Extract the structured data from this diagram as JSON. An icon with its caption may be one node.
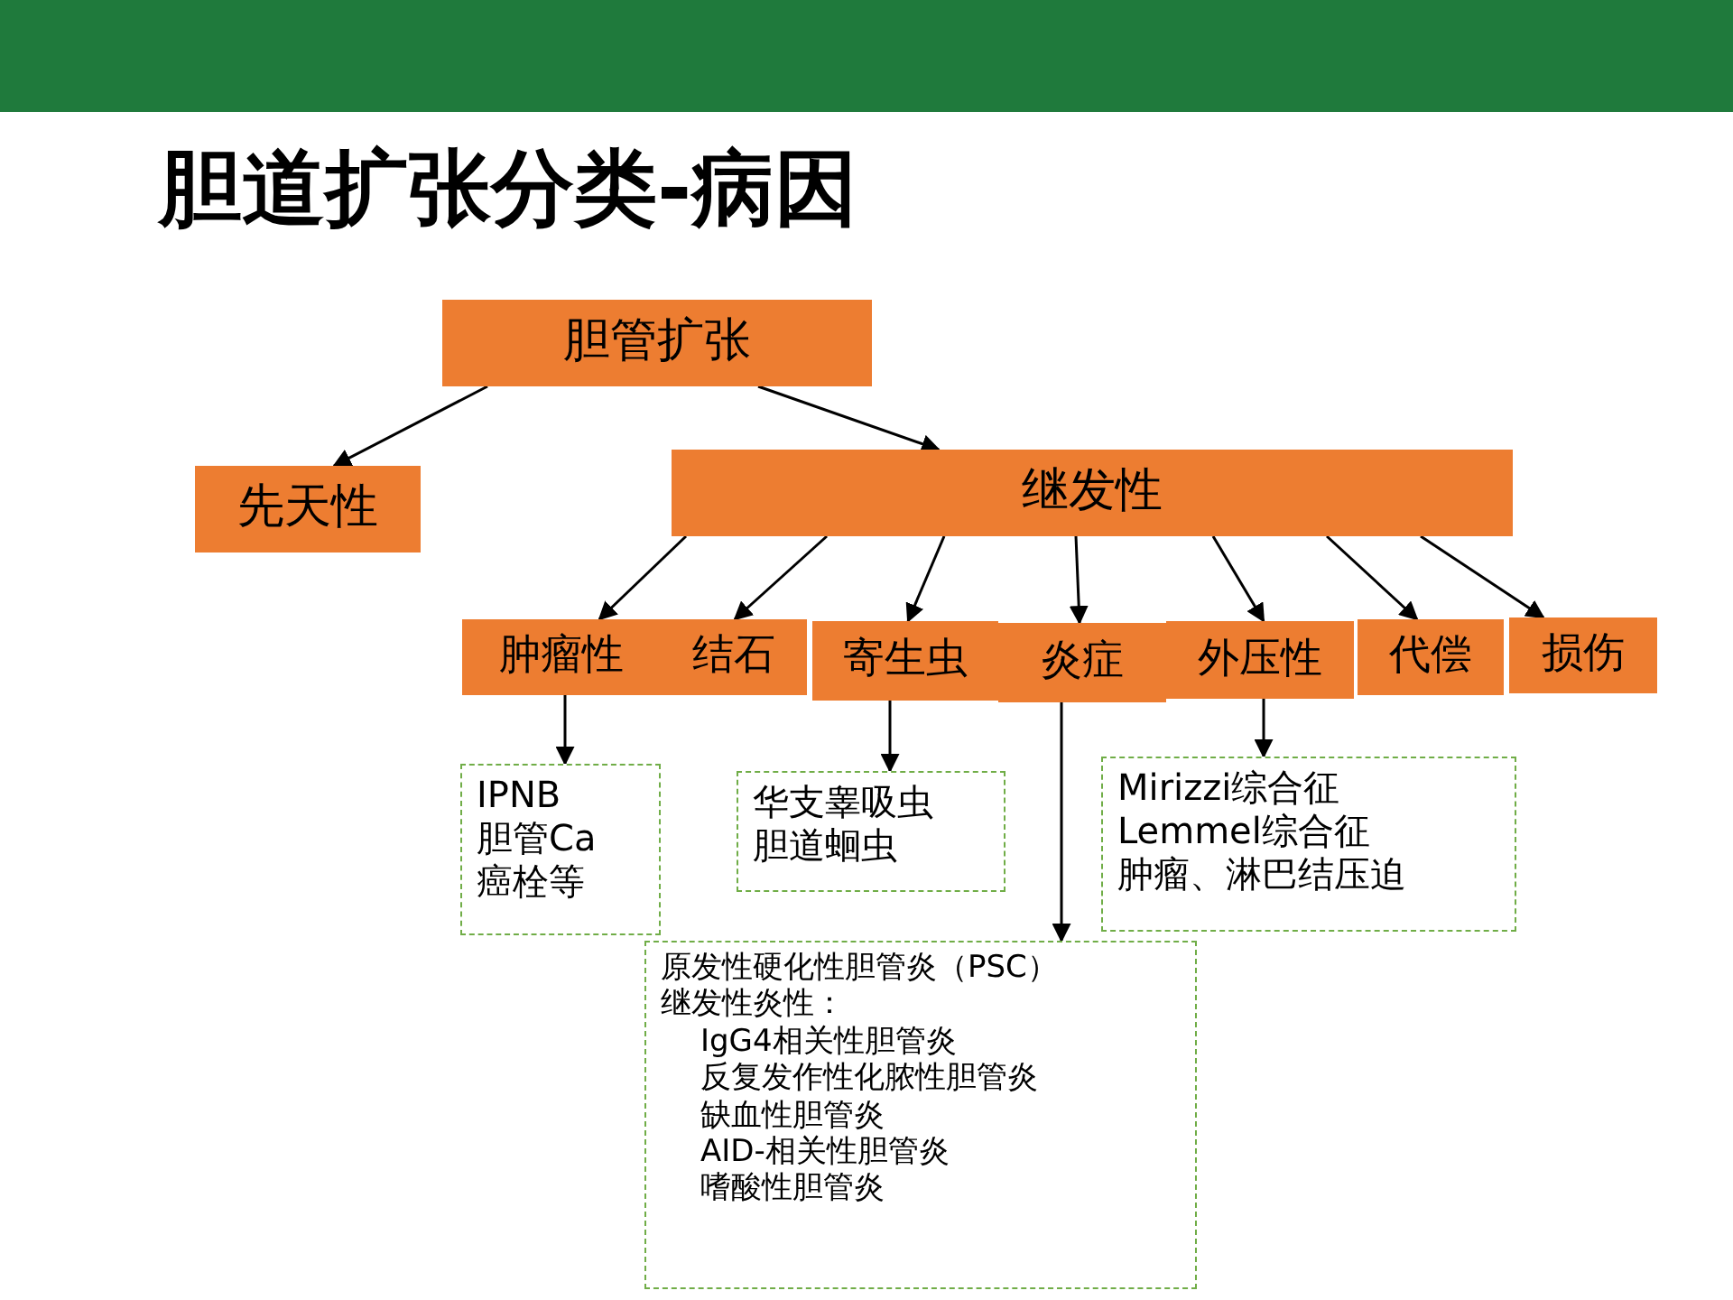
{
  "diagram": {
    "title": "胆道扩张分类-病因",
    "nodes": [
      {
        "text": [
          "胆管扩张"
        ]
      },
      {
        "text": [
          "先天性"
        ]
      },
      {
        "text": [
          "继发性"
        ]
      },
      {
        "text": [
          "肿瘤性"
        ]
      },
      {
        "text": [
          "结石"
        ]
      },
      {
        "text": [
          "寄生虫"
        ]
      },
      {
        "text": [
          "炎症"
        ]
      },
      {
        "text": [
          "外压性"
        ]
      },
      {
        "text": [
          "代偿"
        ]
      },
      {
        "text": [
          "损伤"
        ]
      },
      {
        "text": [
          "IPNB",
          "胆管Ca",
          "癌栓等"
        ]
      },
      {
        "text": [
          "华支睾吸虫",
          "胆道蛔虫"
        ]
      },
      {
        "text": [
          "Mirizzi综合征",
          "Lemmel综合征",
          "肿瘤、淋巴结压迫"
        ]
      },
      {
        "text": [
          "原发性硬化性胆管炎（PSC）",
          "继发性炎性：",
          "IgG4相关性胆管炎",
          "反复发作性化脓性胆管炎",
          "缺血性胆管炎",
          "AID-相关性胆管炎",
          "嗜酸性胆管炎"
        ]
      }
    ],
    "edges": [
      {
        "from": 0,
        "to": 1,
        "arrow": "to"
      },
      {
        "from": 0,
        "to": 2,
        "arrow": "to"
      },
      {
        "from": 2,
        "to": 3,
        "arrow": "to"
      },
      {
        "from": 2,
        "to": 4,
        "arrow": "to"
      },
      {
        "from": 2,
        "to": 5,
        "arrow": "to"
      },
      {
        "from": 2,
        "to": 6,
        "arrow": "to"
      },
      {
        "from": 2,
        "to": 7,
        "arrow": "to"
      },
      {
        "from": 2,
        "to": 8,
        "arrow": "to"
      },
      {
        "from": 2,
        "to": 9,
        "arrow": "to"
      },
      {
        "from": 3,
        "to": 10,
        "arrow": "to"
      },
      {
        "from": 5,
        "to": 11,
        "arrow": "to"
      },
      {
        "from": 7,
        "to": 12,
        "arrow": "to"
      },
      {
        "from": 6,
        "to": 13,
        "arrow": "to"
      }
    ]
  }
}
